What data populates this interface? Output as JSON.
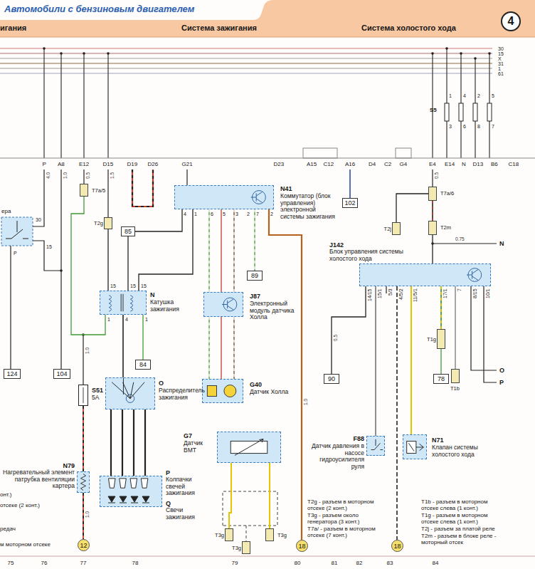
{
  "diagram": {
    "title": "Автомобили с бензиновым двигателем",
    "nodes": [
      {
        "text": [
          "N41",
          "Коммутатор (блок управления) электронной системы зажигания"
        ]
      },
      {
        "text": [
          "N",
          "Катушка зажигания"
        ]
      },
      {
        "text": [
          "J87",
          "Электронный модуль датчика Холла"
        ]
      },
      {
        "text": [
          "G40",
          "Датчик Холла"
        ]
      },
      {
        "text": [
          "O",
          "Распределитель зажигания"
        ]
      },
      {
        "text": [
          "S51",
          "5A"
        ]
      },
      {
        "text": [
          "N79",
          "Нагревательный элемент патрубка вентиляции картера"
        ]
      },
      {
        "text": [
          "P",
          "Колпачки свечей зажигания"
        ]
      },
      {
        "text": [
          "Q",
          "Свечи зажигания"
        ],
        "in": 7
      },
      {
        "text": [
          "G7",
          "Датчик ВМТ"
        ]
      },
      {
        "text": [
          "T3g"
        ]
      },
      {
        "text": [
          "T3g"
        ]
      },
      {
        "text": [
          "T3g"
        ]
      },
      {
        "text": [
          "J142",
          "Блок управления системы холостого хода"
        ]
      },
      {
        "text": [
          "F88",
          "Датчик давления в насосе гидроусилителя руля"
        ]
      },
      {
        "text": [
          "N71",
          "Клапан системы холостого хода"
        ]
      },
      {
        "text": [
          "T7a/5"
        ]
      },
      {
        "text": [
          "T2g"
        ]
      },
      {
        "text": [
          "T7a/6"
        ]
      },
      {
        "text": [
          "T2j"
        ]
      },
      {
        "text": [
          "T2m"
        ]
      },
      {
        "text": [
          "T1g"
        ]
      },
      {
        "text": [
          "T1b"
        ]
      },
      {
        "text": [
          "124"
        ]
      },
      {
        "text": [
          "104"
        ]
      },
      {
        "text": [
          "85"
        ]
      },
      {
        "text": [
          "84"
        ]
      },
      {
        "text": [
          "89"
        ]
      },
      {
        "text": [
          "102"
        ]
      },
      {
        "text": [
          "90"
        ]
      },
      {
        "text": [
          "78"
        ]
      },
      {
        "text": [
          "12"
        ]
      },
      {
        "text": [
          "18"
        ]
      },
      {
        "text": [
          "18"
        ]
      },
      {
        "text": [
          "4"
        ]
      }
    ],
    "edges": [
      {
        "from": 16,
        "to": 1,
        "arrow": "none"
      },
      {
        "from": 17,
        "to": 1,
        "arrow": "none"
      },
      {
        "from": 25,
        "to": 1,
        "arrow": "none"
      },
      {
        "from": 0,
        "to": 25,
        "arrow": "none"
      },
      {
        "from": 0,
        "to": 1,
        "arrow": "none"
      },
      {
        "from": 1,
        "to": 4,
        "arrow": "none"
      },
      {
        "from": 1,
        "to": 26,
        "arrow": "none"
      },
      {
        "from": 0,
        "to": 2,
        "arrow": "none"
      },
      {
        "from": 0,
        "to": 2,
        "arrow": "none"
      },
      {
        "from": 0,
        "to": 2,
        "arrow": "none"
      },
      {
        "from": 2,
        "to": 3,
        "arrow": "none"
      },
      {
        "from": 2,
        "to": 3,
        "arrow": "none"
      },
      {
        "from": 2,
        "to": 3,
        "arrow": "none"
      },
      {
        "from": 0,
        "to": 27,
        "arrow": "none"
      },
      {
        "from": 0,
        "to": 32,
        "arrow": "none"
      },
      {
        "from": 4,
        "to": 7,
        "arrow": "none"
      },
      {
        "from": 4,
        "to": 7,
        "arrow": "none"
      },
      {
        "from": 4,
        "to": 7,
        "arrow": "none"
      },
      {
        "from": 4,
        "to": 7,
        "arrow": "none"
      },
      {
        "from": 5,
        "to": 6,
        "arrow": "none"
      },
      {
        "from": 6,
        "to": 31,
        "arrow": "none"
      },
      {
        "from": 9,
        "to": 10,
        "arrow": "none"
      },
      {
        "from": 9,
        "to": 12,
        "arrow": "none"
      },
      {
        "from": 18,
        "to": 19,
        "arrow": "none"
      },
      {
        "from": 18,
        "to": 20,
        "arrow": "none"
      },
      {
        "from": 20,
        "to": 13,
        "arrow": "none"
      },
      {
        "from": 13,
        "to": 29,
        "arrow": "none"
      },
      {
        "from": 13,
        "to": 14,
        "arrow": "none"
      },
      {
        "from": 13,
        "to": 33,
        "arrow": "none"
      },
      {
        "from": 13,
        "to": 15,
        "arrow": "none"
      },
      {
        "from": 13,
        "to": 21,
        "arrow": "none"
      },
      {
        "from": 21,
        "to": 30,
        "arrow": "none"
      },
      {
        "from": 13,
        "to": 22,
        "arrow": "none"
      }
    ],
    "labels": [
      "игания",
      "Система зажигания",
      "Система холостого хода",
      "30",
      "15",
      "X",
      "31",
      "1",
      "61",
      "S5",
      "1",
      "4",
      "2",
      "5",
      "3",
      "6",
      "8",
      "7",
      "P",
      "A8",
      "E12",
      "D15",
      "D19",
      "D26",
      "G21",
      "D23",
      "A15",
      "C12",
      "A16",
      "D4",
      "C2",
      "G4",
      "E4",
      "E14",
      "N",
      "D13",
      "B6",
      "C18",
      "ера",
      "30",
      "15",
      "P",
      "4",
      "1",
      "6",
      "5",
      "3",
      "2",
      "7",
      "2",
      "15",
      "15",
      "15",
      "1",
      "4",
      "1",
      "14/15",
      "15/1",
      "5/3",
      "4/5/2",
      "11/5/1",
      "17/1",
      "7",
      "8/15",
      "10/1",
      "0.75",
      "N",
      "O",
      "P",
      "4.0",
      "1.0",
      "0.5",
      "1.5",
      "1.0",
      "1.0",
      "0.5",
      "0.5",
      "1.0",
      "онт.)",
      "отсеке (2 конт.)",
      "редач",
      "м моторном отсеке",
      "T2g - разъем в моторном отсеке (2 конт.)",
      "T3g - разъем около генератора (3 конт.)",
      "T7a/ - разъем в моторном отсеке (7 конт.)",
      "T1b - разъем в моторном отсеке слева (1 конт.)",
      "T1g - разъем в моторном отсеке слева (1 конт.)",
      "T2j - разъем за платой реле",
      "T2m - разъем в блоке реле - моторный отсек",
      "75",
      "76",
      "77",
      "78",
      "79",
      "80",
      "81",
      "82",
      "83",
      "84"
    ]
  }
}
